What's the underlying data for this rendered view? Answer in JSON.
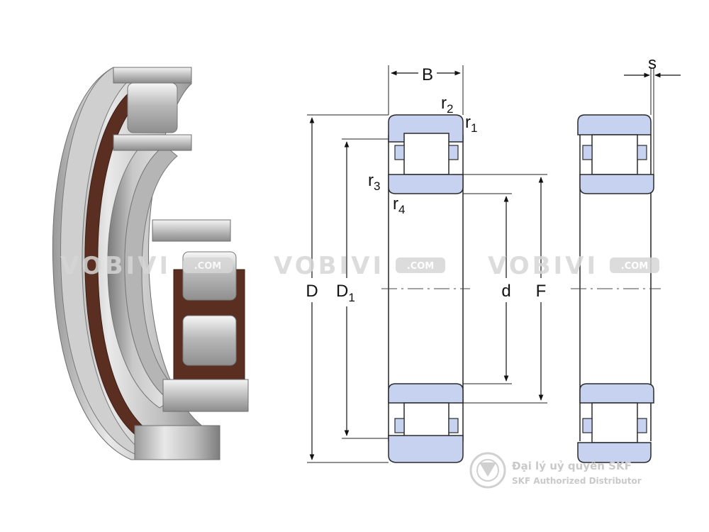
{
  "labels": {
    "B": "B",
    "s": "s",
    "r": "r",
    "r1_sub": "1",
    "r2_sub": "2",
    "r3_sub": "3",
    "r4_sub": "4",
    "D": "D",
    "D1": "D",
    "D1_sub": "1",
    "d": "d",
    "F": "F"
  },
  "watermark": {
    "brand": "VOBIVI",
    "suffix": ".COM"
  },
  "distributor": {
    "line1": "Đại lý uỷ quyền SKF",
    "line2": "SKF Authorized Distributor"
  },
  "colors": {
    "ring_fill": "#c6d2f0",
    "outline": "#2a2a2a",
    "cage_brown": "#5a2f22",
    "steel_light": "#dcdcdc",
    "steel_dark": "#8a8a8a"
  }
}
